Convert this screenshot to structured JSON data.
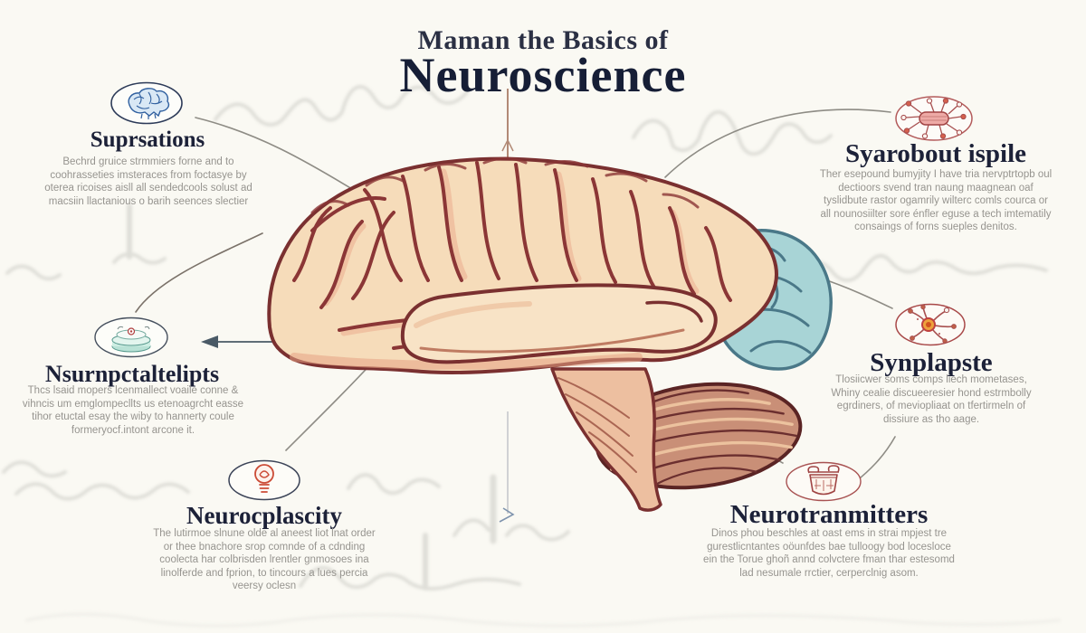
{
  "title": {
    "line1": "Maman the Basics of",
    "line2": "Neuroscience"
  },
  "sections": [
    {
      "id": "top-left",
      "icon": "brain-icon",
      "heading": "Suprsations",
      "body": "Bechrd gruice strmmiers forne and to coohrasseties imsteraces from foctasye by oterea ricoises aisll all sendedcools solust ad macsiin llactanious o barih seences slectier"
    },
    {
      "id": "mid-left",
      "icon": "layer-stack-icon",
      "heading": "Nsurnpctaltelipts",
      "body": "Thcs lsaid mopers lcenmallect voaile conne & vihncis um emglompecllts us etenoagrcht easse tihor etuctal esay the wiby to hannerty coule formeryocf.intont arcone it."
    },
    {
      "id": "bottom-left",
      "icon": "lightbulb-icon",
      "heading": "Neurocplascity",
      "body": "The lutirmoe slnune olde al aneest liot lnat order or thee bnachore srop comnde of a cdnding coolecta har colbrisden lrentler gnmosoes ina linolferde and fprion, to tincours a lues percia veersy oclesn"
    },
    {
      "id": "top-right",
      "icon": "neuron-cell-icon",
      "heading": "Syarobout ispile",
      "body": "Ther esepound bumyjity I have tria nervptrtopb oul dectioors svend tran naung maagnean oaf tyslidbute rastor ogamrily wilterc comls courca or all nounosiilter sore énfler eguse a tech imtematily consaings of forns sueples denitos."
    },
    {
      "id": "mid-right",
      "icon": "synapse-icon",
      "heading": "Synplapste",
      "body": "Tlosiicwer soms comps liech mometases, Whiny cealie discueeresier hond estrmbolly egrdiners, of meviopliaat on tfertirmeln of dissiure as tho aage."
    },
    {
      "id": "bottom-right",
      "icon": "jar-icon",
      "heading": "Neurotranmitters",
      "body": "Dinos phou beschles at oast ems in strai mpjest tre gurestlicntantes oöunfdes bae tulloogy bod locesloce ein the Torue ghoñ annd colvctere fman thar estesomd lad nesumale rrctier, cerperclnig asom."
    }
  ],
  "colors": {
    "background": "#faf9f3",
    "heading_text": "#1c2138",
    "body_text": "#96948f",
    "brain_cortex": "#f6dcba",
    "brain_outline": "#7a3030",
    "occipital_lobe": "#a8d4d6",
    "cerebellum": "#c98f77",
    "accent_red": "#b24a42",
    "accent_blue": "#2f5f9f",
    "eeg_line": "#c9c9c3"
  }
}
